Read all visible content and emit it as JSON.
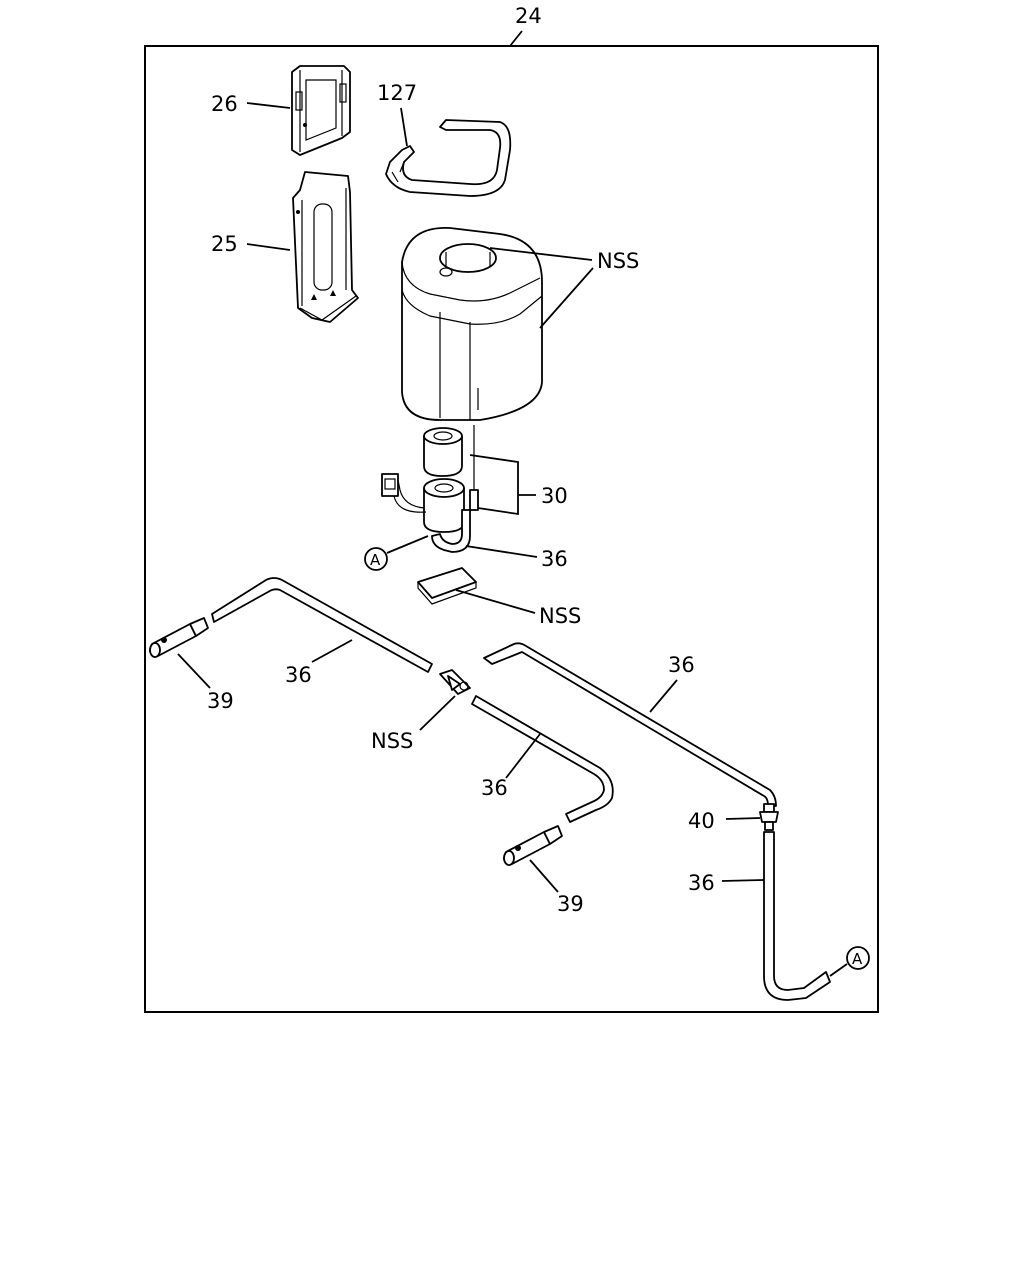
{
  "assembly_number": "24",
  "callouts": {
    "bracket_upper": "26",
    "bracket_lower": "25",
    "strap": "127",
    "tank_cap_nss": "NSS",
    "pump": "30",
    "hose_pump": "36",
    "ref_a_left": "A",
    "pad_nss": "NSS",
    "hose_left": "36",
    "nozzle_left": "39",
    "tee_nss": "NSS",
    "hose_right_long": "36",
    "hose_center": "36",
    "nozzle_center": "39",
    "check_valve": "40",
    "hose_bottom": "36",
    "ref_a_right": "A"
  }
}
